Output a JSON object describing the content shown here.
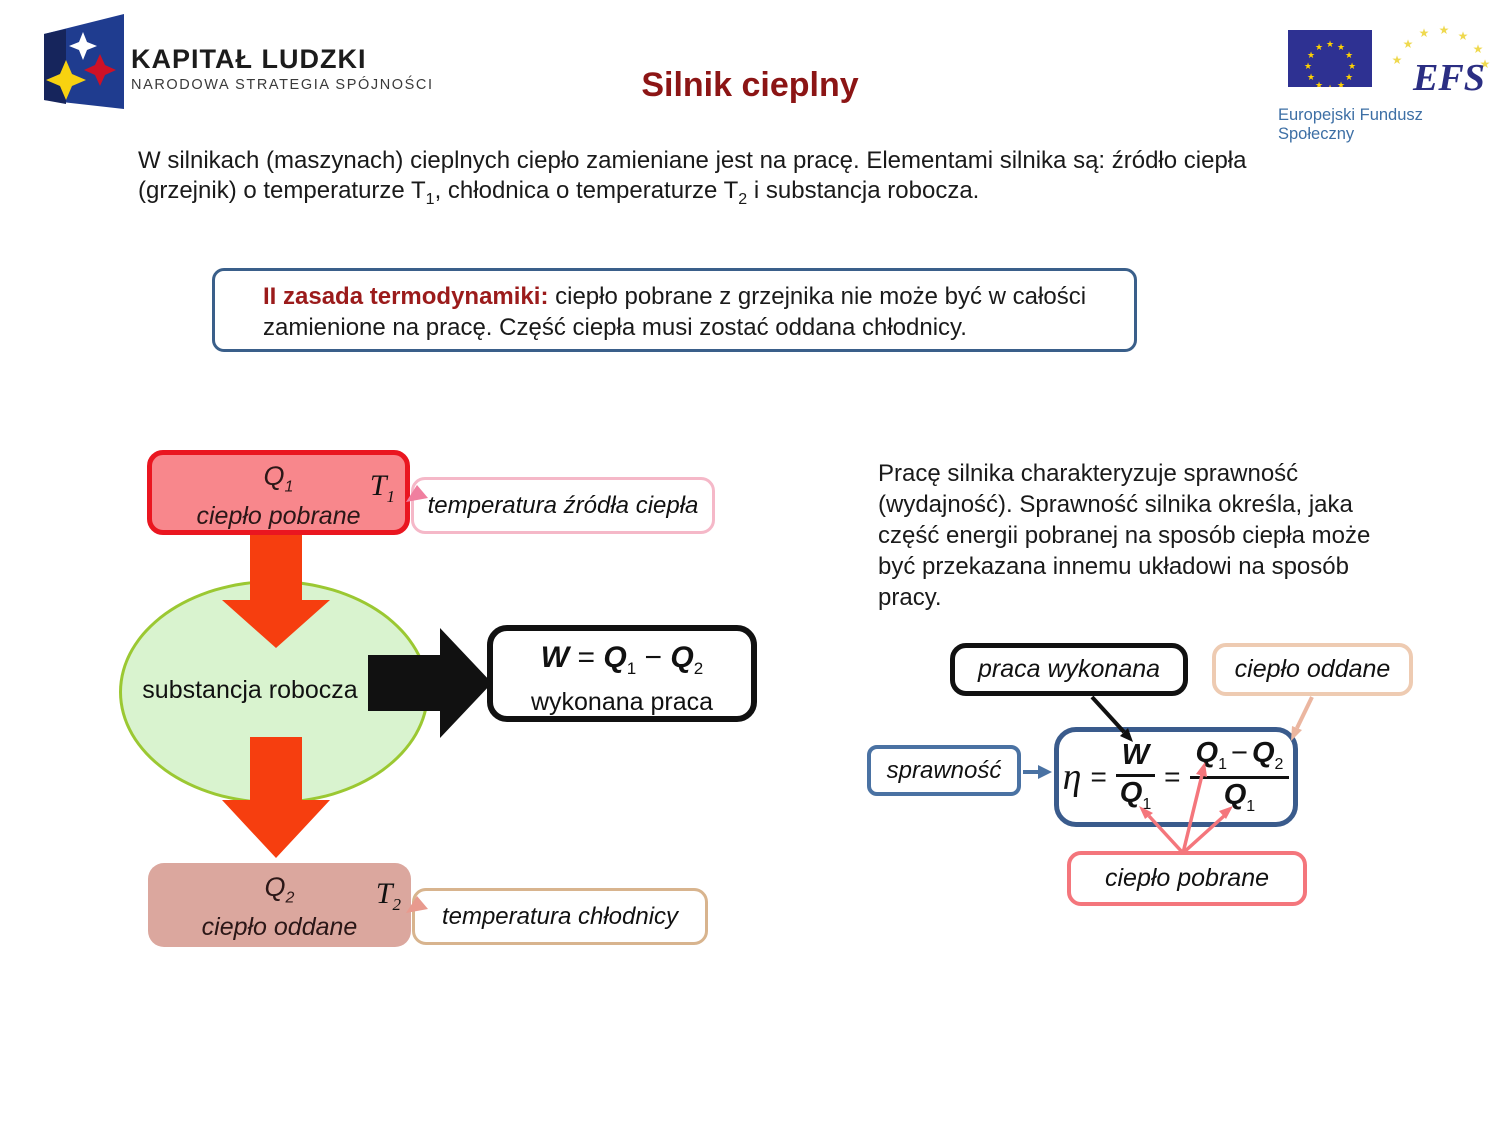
{
  "header": {
    "title": "Silnik cieplny",
    "kl_logo": {
      "line1": "KAPITAŁ LUDZKI",
      "line2": "NARODOWA STRATEGIA SPÓJNOŚCI"
    },
    "efs": {
      "acronym": "EFS",
      "caption": "Europejski Fundusz Społeczny"
    }
  },
  "intro": {
    "line1": "W silnikach (maszynach) cieplnych ciepło zamieniane jest na pracę. Elementami silnika są: źródło ciepła",
    "line2a": "(grzejnik) o temperaturze T",
    "line2a_sub": "1",
    "line2b": ", chłodnica o temperaturze T",
    "line2b_sub": "2",
    "line2c": " i substancja robocza."
  },
  "law_box": {
    "heading": "II zasada termodynamiki:",
    "line1_rest": " ciepło pobrane z grzejnika nie może być w całości",
    "line2": "zamienione na pracę. Część ciepła musi zostać oddana chłodnicy."
  },
  "diagram": {
    "q1": {
      "symbol": "Q",
      "sub": "1",
      "label": "ciepło pobrane",
      "temp": "T",
      "temp_sub": "1"
    },
    "source_label": "temperatura źródła ciepła",
    "substance": "substancja robocza",
    "work": {
      "w": "W",
      "eq": "=",
      "q": "Q",
      "sub1": "1",
      "minus": "−",
      "sub2": "2",
      "caption": "wykonana praca"
    },
    "q2": {
      "symbol": "Q",
      "sub": "2",
      "label": "ciepło oddane",
      "temp": "T",
      "temp_sub": "2"
    },
    "cooler_label": "temperatura chłodnicy"
  },
  "efficiency": {
    "lines": [
      "Pracę silnika charakteryzuje sprawność",
      "(wydajność). Sprawność silnika określa, jaka",
      "część energii pobranej na sposób ciepła może",
      "być przekazana  innemu układowi na sposób",
      "pracy."
    ],
    "labels": {
      "work_done": "praca wykonana",
      "heat_released": "ciepło oddane",
      "efficiency": "sprawność",
      "heat_absorbed": "ciepło pobrane"
    },
    "formula": {
      "eta": "η",
      "eq1": "=",
      "w": "W",
      "q": "Q",
      "sub1": "1",
      "eq2": "=",
      "minus": "−",
      "sub2": "2"
    }
  },
  "colors": {
    "title": "#8C1515",
    "law_heading": "#9B1B1B",
    "law_border": "#3A5F8A",
    "q1_fill": "#F8878C",
    "q1_border": "#EA1620",
    "q2_fill": "#DBA79E",
    "source_label_border": "#F5B8C8",
    "cooler_label_border": "#D8B48E",
    "ellipse_fill": "#D9F3CF",
    "ellipse_border": "#9BC832",
    "red_arrow": "#F63E0F",
    "black_arrow": "#111111",
    "formula_border": "#3A5B8C",
    "sprawnosc_border": "#4A72A3",
    "oddane_border": "#EECBB2",
    "pobrane_border": "#F4767C",
    "pink_arrow": "#F4767C",
    "eu_blue": "#2E3192",
    "eu_star": "#FFD200",
    "efs_navy": "#2B2E83",
    "efs_caption": "#3D6FA5"
  }
}
